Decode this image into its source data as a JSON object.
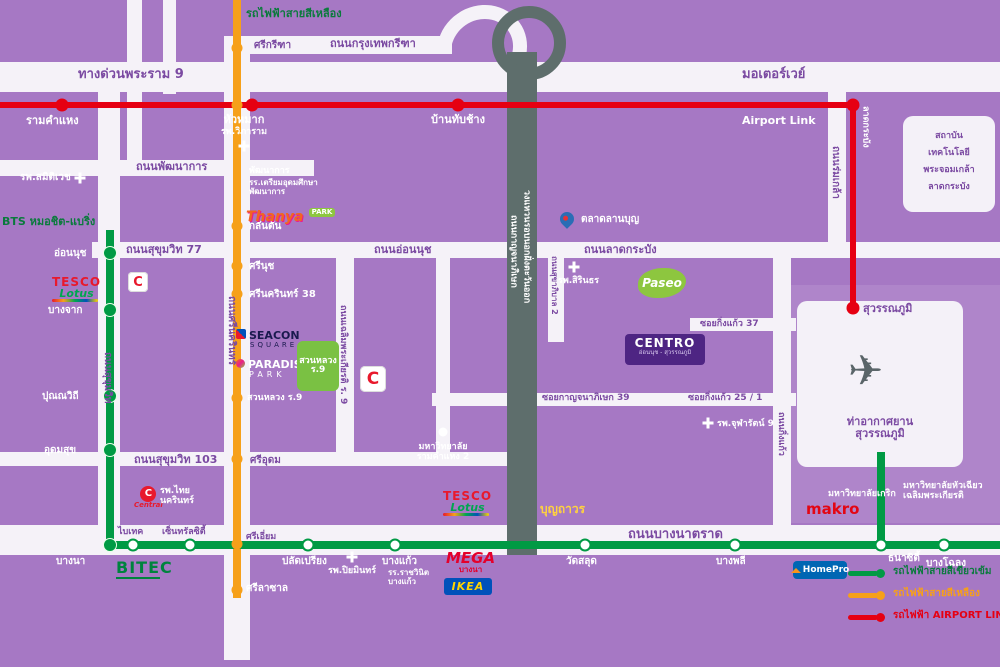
{
  "colors": {
    "background": "#a678c4",
    "road": "#f5f2f8",
    "ring_road_gray": "#5e6e6c",
    "airport_link_red": "#e60012",
    "yellow_line": "#f6a01a",
    "green_line": "#009a44",
    "road_label_purple": "#7b4aa2",
    "green_text": "#0a7a3c"
  },
  "icons": {
    "plane": "✈"
  },
  "legend": {
    "green": "รถไฟฟ้าสายสีเขียวเข้ม",
    "yellow": "รถไฟฟ้าสายสีเหลือง",
    "red": "รถไฟฟ้า AIRPORT LINK"
  },
  "labels": {
    "yellow_line_top": "รถไฟฟ้าสายสีเหลือง",
    "krungthep_kreetha": "ถนนกรุงเทพกรีฑา",
    "srikreetha": "ศรีกรีฑา",
    "rama9": "ทางด่วนพระราม 9",
    "motorway": "มอเตอร์เวย์",
    "ramkhamhaeng": "รามคำแหง",
    "huamak": "หัวหมาก",
    "viparam": "รพ.วิภาราม",
    "banthapchang": "บ้านทับช้าง",
    "airport_link": "Airport Link",
    "ladkrabang_station": "ลาดกระบัง",
    "kmitl": [
      "สถาบัน",
      "เทคโนโลยี",
      "พระจอมเกล้า",
      "ลาดกระบัง"
    ],
    "romklao_road": "ถนนร่มเกล้า",
    "samitivej": "รพ.สมิติเวช",
    "pattanakarn_road": "ถนนพัฒนาการ",
    "pattanakarn": "พัฒนาการ",
    "triamudom": [
      "รร.เตรียมอุดมศึกษา",
      "พัฒนาการ"
    ],
    "bts_line": "BTS หมอชิต-แบริ่ง",
    "onnut_station": "อ่อนนุช",
    "sukhumvit77_road": "ถนนสุขุมวิท 77",
    "onnut_road": "ถนนอ่อนนุช",
    "ladkrabang_road": "ถนนลาดกระบัง",
    "lanboon_market": "ตลาดลานบุญ",
    "sirinthorn": "รพ.สิรินธร",
    "sukhaphiban2_road": "ถนนสุขาภิบาล 2",
    "kalantan": "กลันตัน",
    "srinut": "ศรีนุช",
    "srinakarin38": "ศรีนครินทร์ 38",
    "srinakarin_road": "ถนนศรีนครินทร์",
    "bangchak": "บางจาก",
    "sukhumvit_road": "ถนนสุขุมวิท",
    "punnawithi": "ปุณณวิถี",
    "udomsuk": "อุดมสุข",
    "suanluang_park": [
      "สวนหลวง",
      "ร.9"
    ],
    "suanluang_station": "สวนหลวง ร.9",
    "chalermprakiat_road": "ถนนเฉลิมพระเกียรติ ร. 9",
    "ring_road_1": "ถนนกาญจนาภิเษก",
    "ring_road_2": "วงแหวนรอบนอกฝั่งตะวันออก",
    "soi_kingkaew37": "ซอยกิ่งแก้ว 37",
    "soi_kingkaew25": "ซอยกิ่งแก้ว 25 / 1",
    "soi_kanchana39": "ซอยกาญจนาภิเษก 39",
    "chularat": "รพ.จุฬารัตน์ 9",
    "kingkaew_road": "ถนนกิ่งแก้ว",
    "suvarnabhumi_station": "สุวรรณภูมิ",
    "airport_name": [
      "ท่าอากาศยาน",
      "สุวรรณภูมิ"
    ],
    "sukhumvit103_road": "ถนนสุขุมวิท 103",
    "sriudom": "ศรีอุดม",
    "ram2_university": [
      "มหาวิทยาลัย",
      "รามคำแหง 2"
    ],
    "thainakarin": [
      "รพ.ไทย",
      "นครินทร์"
    ],
    "bitec_station": "ไบเทค",
    "central_city": "เซ็นทรัลซิตี้",
    "srieiam": "ศรีเอี่ยม",
    "srilasalle": "ศรีลาซาล",
    "bangna_station": "บางนา",
    "paladpriang": "ปลัดเปรียง",
    "piyamin": "รพ.ปิยมินทร์",
    "bangkaew": "บางแก้ว",
    "ratwinit": [
      "รร.ราชวินิต",
      "บางแก้ว"
    ],
    "watsalud": "วัดสลุด",
    "boonthavorn": "บุญถาวร",
    "bangna_trat_road": "ถนนบางนาตราด",
    "bangphli": "บางพลี",
    "thanacity": "ธนาซิตี้",
    "bangchalong": "บางโฉลง",
    "krirk_university": "มหาวิทยาลัยเกริก",
    "huachiew": [
      "มหาวิทยาลัยหัวเฉียว",
      "เฉลิมพระเกียรติ"
    ]
  },
  "logos": {
    "tesco": "TESCO",
    "lotus": "Lotus",
    "bigc": "C",
    "seacon": "SEACON",
    "seacon_sub": "SQUARE",
    "paradise": "PARADISE",
    "paradise_sub": "PARK",
    "thanya": "Thanya",
    "thanya_sub": "PARK",
    "bitec": "BITEC",
    "mega": "MEGA",
    "mega_sub": "บางนา",
    "ikea": "IKEA",
    "homepro": "HomePro",
    "makro": "makro",
    "central": "Central",
    "centro": "CENTRO",
    "centro_sub": "อ่อนนุช - สุวรรณภูมิ",
    "paseo": "Paseo"
  }
}
